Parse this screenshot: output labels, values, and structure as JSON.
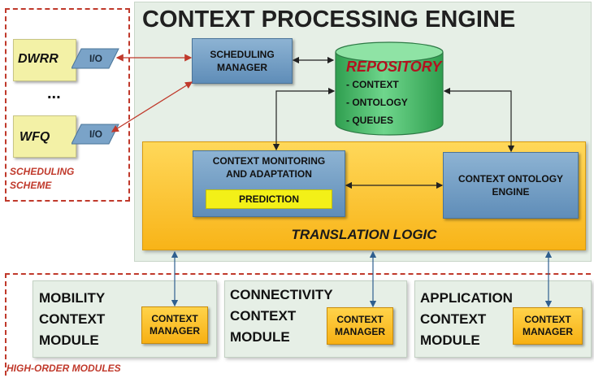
{
  "engine": {
    "title": "CONTEXT PROCESSING ENGINE"
  },
  "scheduling": {
    "label_line1": "SCHEDULING",
    "label_line2": "SCHEME",
    "algorithms": [
      {
        "name": "DWRR",
        "io": "I/O"
      },
      {
        "name": "WFQ",
        "io": "I/O"
      }
    ],
    "ellipsis": "..."
  },
  "scheduling_manager": {
    "line1": "SCHEDULING",
    "line2": "MANAGER"
  },
  "repository": {
    "title": "REPOSITORY",
    "items": [
      "- CONTEXT",
      "- ONTOLOGY",
      "- QUEUES"
    ]
  },
  "translation_logic": {
    "label": "TRANSLATION LOGIC",
    "monitoring": {
      "line1": "CONTEXT MONITORING",
      "line2": "AND ADAPTATION"
    },
    "prediction": "PREDICTION",
    "ontology_engine": {
      "line1": "CONTEXT ONTOLOGY",
      "line2": "ENGINE"
    }
  },
  "high_order": {
    "label": "HIGH-ORDER MODULES",
    "modules": [
      {
        "lines": [
          "MOBILITY",
          "CONTEXT",
          "MODULE"
        ],
        "manager": [
          "CONTEXT",
          "MANAGER"
        ]
      },
      {
        "lines": [
          "CONNECTIVITY",
          "CONTEXT",
          "MODULE"
        ],
        "manager": [
          "CONTEXT",
          "MANAGER"
        ]
      },
      {
        "lines": [
          "APPLICATION",
          "CONTEXT",
          "MODULE"
        ],
        "manager": [
          "CONTEXT",
          "MANAGER"
        ]
      }
    ]
  },
  "colors": {
    "dashed_border": "#c0392b",
    "blue_box": "#6f9cc4",
    "repository_green": "#3fb862",
    "translation_orange": "#fbc326",
    "prediction_yellow": "#f3f018",
    "algorithm_yellow": "#f3f1a6",
    "red_arrow": "#c0392b"
  }
}
